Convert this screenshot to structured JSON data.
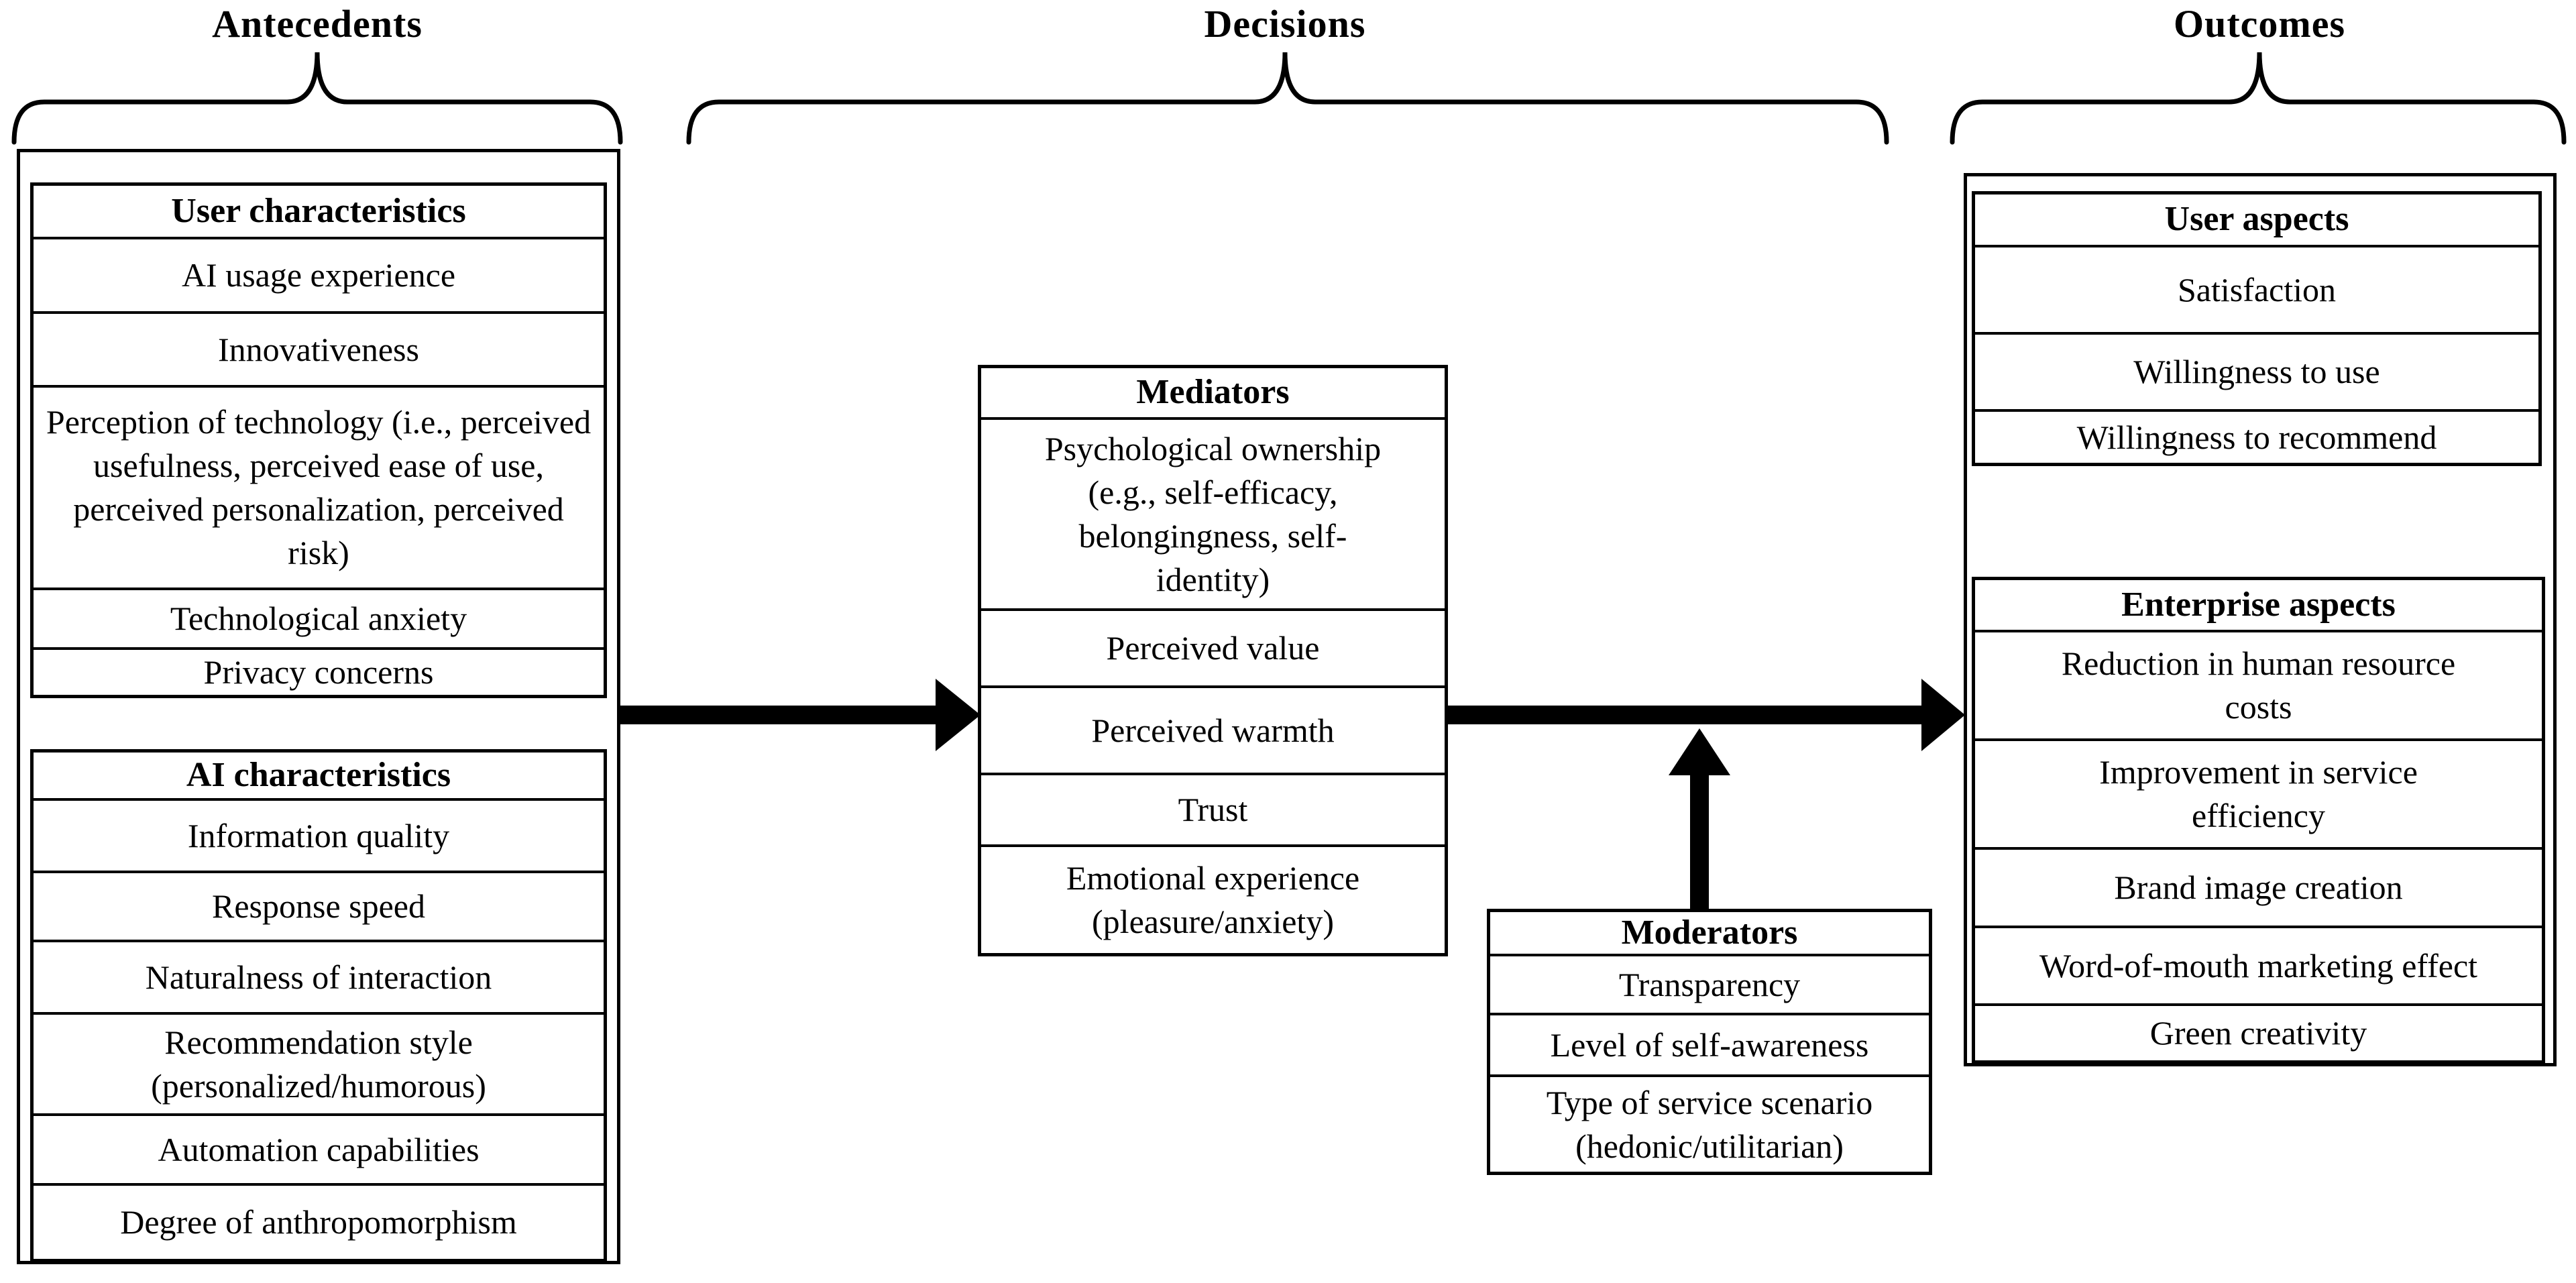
{
  "diagram": {
    "columns": {
      "antecedents": {
        "label": "Antecedents"
      },
      "decisions": {
        "label": "Decisions"
      },
      "outcomes": {
        "label": "Outcomes"
      }
    },
    "boxes": {
      "user_characteristics": {
        "title": "User characteristics",
        "items": [
          "AI usage experience",
          "Innovativeness",
          "Perception of technology (i.e., perceived usefulness, perceived ease of use, perceived personalization, perceived risk)",
          "Technological anxiety",
          "Privacy concerns"
        ]
      },
      "ai_characteristics": {
        "title": "AI characteristics",
        "items": [
          "Information quality",
          "Response speed",
          "Naturalness of interaction",
          "Recommendation style (personalized/humorous)",
          "Automation capabilities",
          "Degree of anthropomorphism"
        ]
      },
      "mediators": {
        "title": "Mediators",
        "items": [
          "Psychological ownership (e.g., self-efficacy, belongingness, self-identity)",
          "Perceived value",
          "Perceived warmth",
          "Trust",
          "Emotional experience (pleasure/anxiety)"
        ]
      },
      "moderators": {
        "title": "Moderators",
        "items": [
          "Transparency",
          "Level of self-awareness",
          "Type of service scenario (hedonic/utilitarian)"
        ]
      },
      "user_aspects": {
        "title": "User aspects",
        "items": [
          "Satisfaction",
          "Willingness to use",
          "Willingness to recommend"
        ]
      },
      "enterprise_aspects": {
        "title": "Enterprise aspects",
        "items": [
          "Reduction in human resource costs",
          "Improvement in service efficiency",
          "Brand image creation",
          "Word-of-mouth marketing effect",
          "Green creativity"
        ]
      }
    },
    "colors": {
      "ink": "#000000",
      "background": "#ffffff"
    }
  }
}
